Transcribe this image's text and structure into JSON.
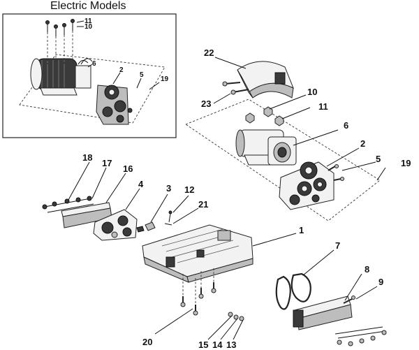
{
  "inset": {
    "title": "Electric Models",
    "callouts": [
      "11",
      "10",
      "6",
      "2",
      "5",
      "19"
    ]
  },
  "callouts": [
    "22",
    "23",
    "10",
    "11",
    "6",
    "2",
    "5",
    "19",
    "18",
    "17",
    "16",
    "4",
    "3",
    "12",
    "21",
    "1",
    "7",
    "8",
    "9",
    "20",
    "15",
    "14",
    "13"
  ],
  "icons": {
    "motor": "electric-motor-icon",
    "gearbox": "gear-plate-icon",
    "cover": "motor-cover-icon",
    "base": "base-tray-icon",
    "belt": "drive-belt-icon",
    "rail": "mounting-rail-icon"
  }
}
